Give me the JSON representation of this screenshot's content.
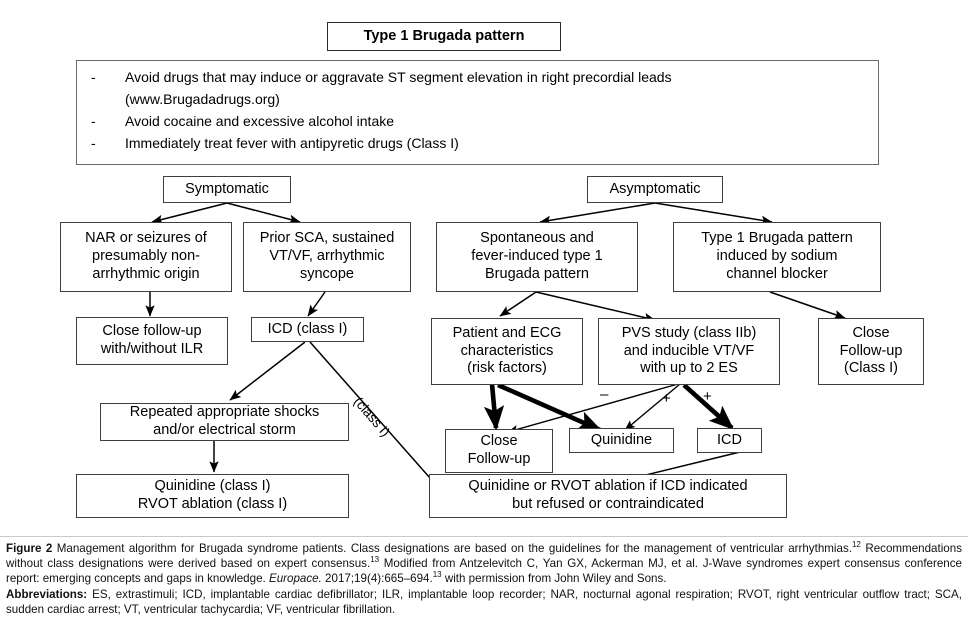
{
  "figure": {
    "title_box": "Type 1 Brugada pattern",
    "precautions": [
      {
        "dash": "-",
        "text": "Avoid drugs that may induce or aggravate ST segment elevation in right precordial leads",
        "sub": "(www.Brugadadrugs.org)"
      },
      {
        "dash": "-",
        "text": "Avoid cocaine and excessive alcohol intake",
        "sub": ""
      },
      {
        "dash": "-",
        "text": "Immediately treat fever with antipyretic drugs (Class I)",
        "sub": ""
      }
    ],
    "nodes": {
      "symptomatic": [
        "Symptomatic"
      ],
      "asymptomatic": [
        "Asymptomatic"
      ],
      "nar": [
        "NAR or seizures of",
        "presumably non-",
        "arrhythmic origin"
      ],
      "prior_sca": [
        "Prior SCA, sustained",
        "VT/VF, arrhythmic",
        "syncope"
      ],
      "spontaneous": [
        "Spontaneous and",
        "fever-induced type 1",
        "Brugada pattern"
      ],
      "sodium_induced": [
        "Type 1 Brugada pattern",
        "induced by sodium",
        "channel blocker"
      ],
      "close_ilr": [
        "Close follow-up",
        "with/without ILR"
      ],
      "icd_class1": [
        "ICD (class I)"
      ],
      "patient_ecg": [
        "Patient and ECG",
        "characteristics",
        "(risk factors)"
      ],
      "pvs_study": [
        "PVS study (class IIb)",
        "and inducible VT/VF",
        "with up to 2 ES"
      ],
      "close_followup_class1": [
        "Close",
        "Follow-up",
        "(Class I)"
      ],
      "repeated_shocks": [
        "Repeated appropriate shocks",
        "and/or electrical storm"
      ],
      "quinidine_rvot": [
        "Quinidine (class I)",
        "RVOT ablation (class I)"
      ],
      "close_followup_small": [
        "Close",
        "Follow-up"
      ],
      "quinidine_small": [
        "Quinidine"
      ],
      "icd_small": [
        "ICD"
      ],
      "quinidine_or_rvot": [
        "Quinidine or RVOT ablation if ICD indicated",
        "but refused or contraindicated"
      ]
    },
    "edge_labels": {
      "class_i_diagonal": "(class I)",
      "minus": "–",
      "plus_one": "+",
      "plus_two": "+"
    }
  },
  "caption": {
    "line1_label": "Figure 2",
    "line1_text": " Management algorithm for Brugada syndrome patients. Class designations are based on the guidelines for the management of ventricular arrhythmias.",
    "ref12": "12",
    "line2_text": " Recommendations without class designations were derived based on expert consensus.",
    "ref13a": "13",
    "line2_cont": " Modified from Antzelevitch C, Yan GX, Ackerman MJ, et al. J-Wave syndromes expert consensus conference report: emerging concepts and gaps in knowledge. ",
    "journal": "Europace.",
    "citation": " 2017;19(4):665–694.",
    "ref13b": "13",
    "line3_tail": " with permission from John Wiley and Sons.",
    "abbrev_label": "Abbreviations:",
    "abbrev_text": " ES, extrastimuli; ICD, implantable cardiac defibrillator; ILR, implantable loop recorder; NAR, nocturnal agonal respiration; RVOT, right ventricular outflow tract; SCA, sudden cardiac arrest; VT, ventricular tachycardia; VF, ventricular fibrillation."
  },
  "colors": {
    "box_border": "#3f3f3f",
    "arrow": "#000000",
    "background": "#ffffff"
  }
}
